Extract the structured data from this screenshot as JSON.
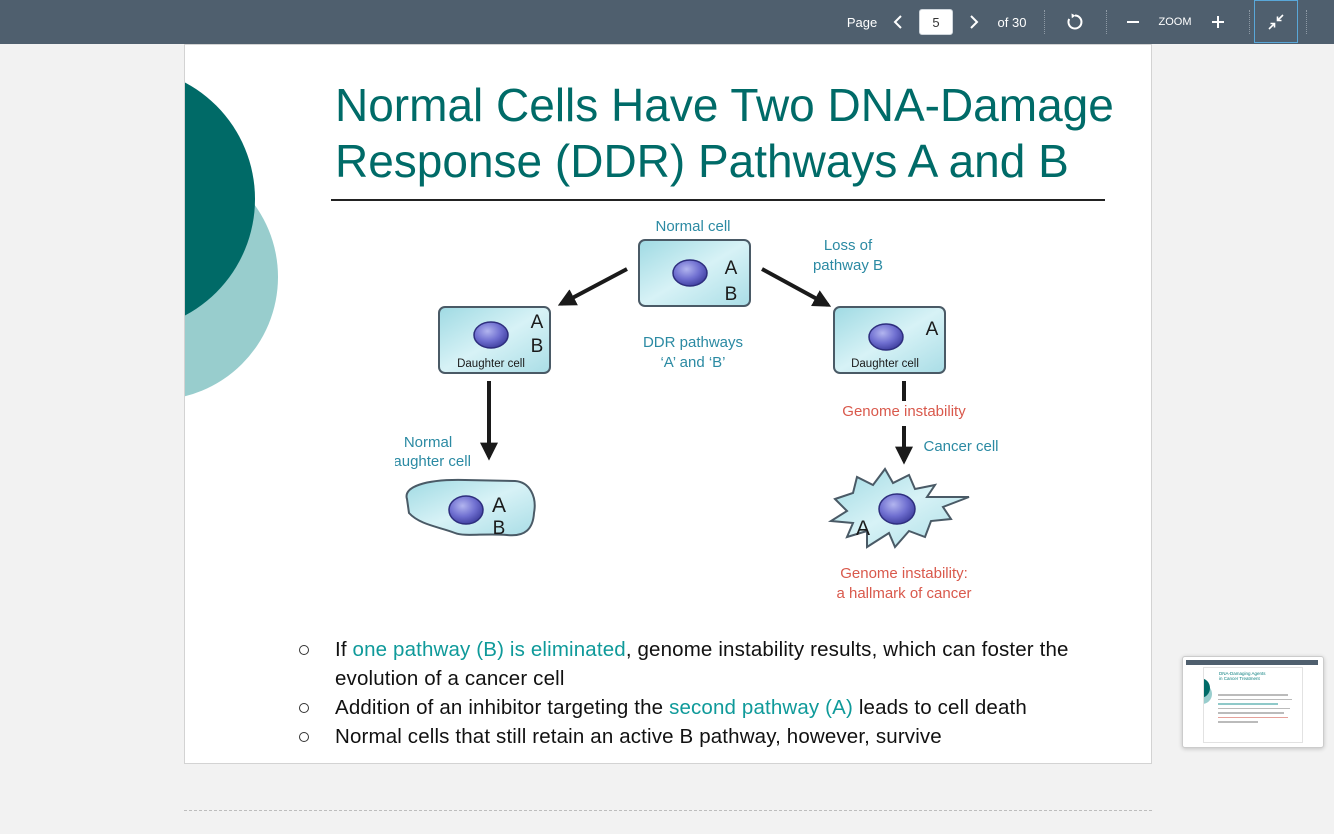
{
  "toolbar": {
    "page_label": "Page",
    "current_page": "5",
    "page_count_label": "of 30",
    "zoom_label": "ZOOM"
  },
  "slide": {
    "title_line1": "Normal Cells Have Two DNA-Damage",
    "title_line2": "Response (DDR) Pathways A and B",
    "diagram": {
      "normal_cell": "Normal cell",
      "loss_line1": "Loss of",
      "loss_line2": "pathway B",
      "ddr_line1": "DDR pathways",
      "ddr_line2": "‘A’ and ‘B’",
      "daughter_cell": "Daughter cell",
      "genome_instability": "Genome instability",
      "normal_daughter_line1": "Normal",
      "normal_daughter_line2": "daughter cell",
      "cancer_cell": "Cancer cell",
      "hallmark_line1": "Genome instability:",
      "hallmark_line2": "a hallmark of cancer",
      "letter_a": "A",
      "letter_b": "B"
    },
    "bullets": {
      "b1_pre": "If ",
      "b1_hl": "one pathway (B) is eliminated",
      "b1_post": ", genome instability results, which can foster the evolution of a cancer cell",
      "b2_pre": "Addition of an inhibitor targeting the ",
      "b2_hl": "second pathway (A)",
      "b2_post": " leads to cell death",
      "b3": "Normal cells that still retain an active B pathway, however, survive"
    }
  },
  "thumbnail": {
    "title_line1": "DNA-Damaging Agents",
    "title_line2": "in Cancer Treatment"
  },
  "colors": {
    "toolbar_bg": "#4f5f6e",
    "title_teal": "#006b68",
    "deco_dark": "#006a67",
    "deco_light": "#98cdcd",
    "highlight": "#0f9a9a",
    "diagram_label_blue": "#2b8aa3",
    "diagram_label_red": "#d9594c"
  },
  "icons": {
    "prev": "chevron-left-icon",
    "next": "chevron-right-icon",
    "reset": "rotate-icon",
    "zoom_out": "minus-icon",
    "zoom_in": "plus-icon",
    "exit_fullscreen": "collapse-arrows-icon"
  }
}
